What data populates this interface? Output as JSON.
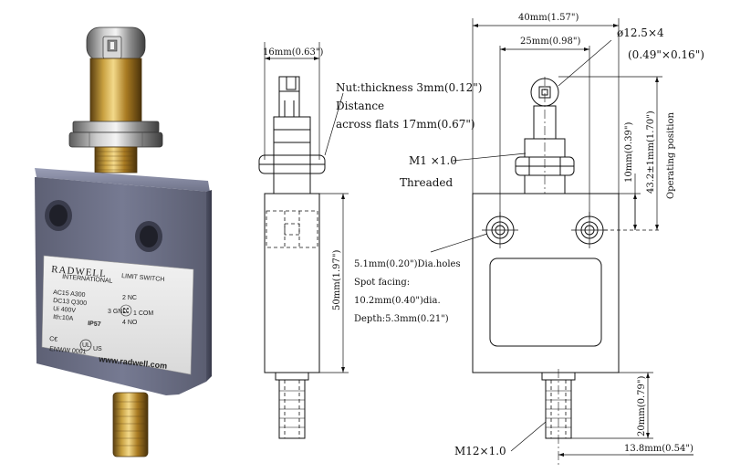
{
  "photo": {
    "brand": "RADWELL",
    "brand_sub": "INTERNATIONAL",
    "product": "LIMIT SWITCH",
    "specs": [
      "AC15 A300",
      "DC13 Q300",
      "Ui 400V",
      "Ith:10A"
    ],
    "ip": "IP57",
    "url": "www.radwell.com",
    "wiring": [
      "2 NC",
      "3 GND",
      "1 COM",
      "4 NO"
    ],
    "part_code": "ENWW 0001",
    "cert": "US"
  },
  "side_view": {
    "width_dim": "16mm(0.63\")",
    "height_dim": "50mm(1.97\")"
  },
  "front_view": {
    "width_dim": "40mm(1.57\")",
    "inner_width_dim": "25mm(0.98\")",
    "roller_dim_line1": "ø12.5×4",
    "roller_dim_line2": "(0.49\"×0.16\")",
    "nut_note_line1": "Nut:thickness 3mm(0.12\")",
    "nut_note_line2": "Distance",
    "nut_note_line3": "across flats 17mm(0.67\")",
    "thread_note_line1": "M1 ×1.0",
    "thread_note_line2": "Threaded",
    "hole_dim": "10mm(0.39\")",
    "operating_dim": "43.2±1mm(1.70\")",
    "operating_label": "Operating position",
    "holes_note_line1": "5.1mm(0.20\")Dia.holes",
    "holes_note_line2": "Spot facing:",
    "holes_note_line3": "10.2mm(0.40\")dia.",
    "holes_note_line4": "Depth:5.3mm(0.21\")",
    "conn_length_dim": "20mm(0.79\")",
    "conn_offset_dim": "13.8mm(0.54\")",
    "conn_thread_note": "M12×1.0"
  }
}
